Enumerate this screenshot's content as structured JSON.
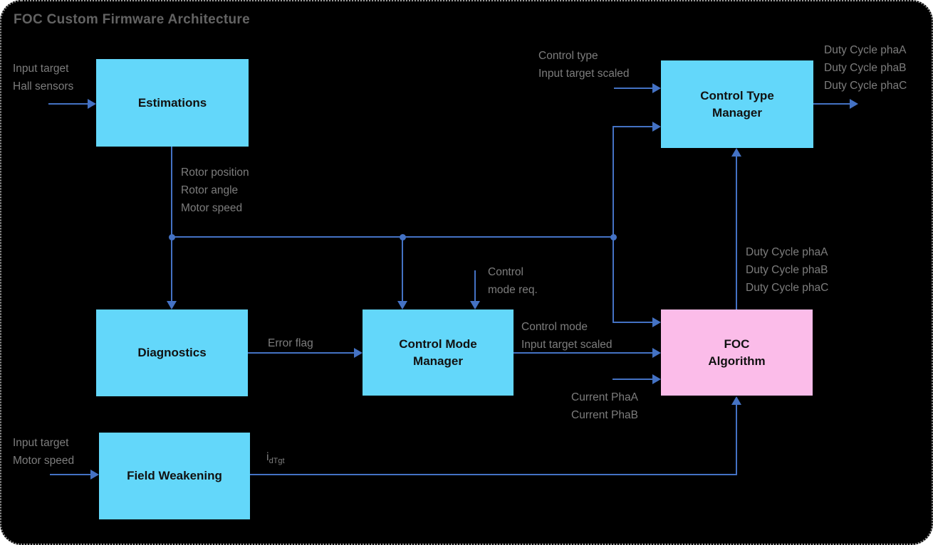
{
  "title": "FOC Custom Firmware Architecture",
  "colors": {
    "background": "#000000",
    "box-cyan": "#63D7FA",
    "box-pink": "#FBBCE9",
    "connector-blue": "#4472C4",
    "label-gray": "#7D7D7D",
    "title-gray": "#636363",
    "box-text": "#111111",
    "border-gray": "#9B9B9B"
  },
  "boxes": {
    "estimations": {
      "label": "Estimations"
    },
    "control_type_manager": {
      "label": "Control Type\nManager"
    },
    "diagnostics": {
      "label": "Diagnostics"
    },
    "control_mode_manager": {
      "label": "Control Mode\nManager"
    },
    "foc_algorithm": {
      "label": "FOC\nAlgorithm"
    },
    "field_weakening": {
      "label": "Field Weakening"
    }
  },
  "flow_labels": {
    "estimations_inputs": "Input target\nHall sensors",
    "estimations_outputs": "Rotor position\nRotor angle\nMotor speed",
    "control_type_inputs": "Control type\nInput target scaled",
    "duty_cycle_outputs": "Duty Cycle phaA\nDuty Cycle phaB\nDuty Cycle phaC",
    "control_mode_request": "Control\nmode req.",
    "error_flag": "Error flag",
    "control_mode_outputs": "Control mode\nInput target scaled",
    "current_phases": "Current PhaA\nCurrent PhaB",
    "foc_duty_outputs": "Duty Cycle phaA\nDuty Cycle phaB\nDuty Cycle phaC",
    "field_weakening_inputs": "Input target\nMotor speed",
    "id_target": {
      "base": "i",
      "sub": "dTgt"
    }
  }
}
